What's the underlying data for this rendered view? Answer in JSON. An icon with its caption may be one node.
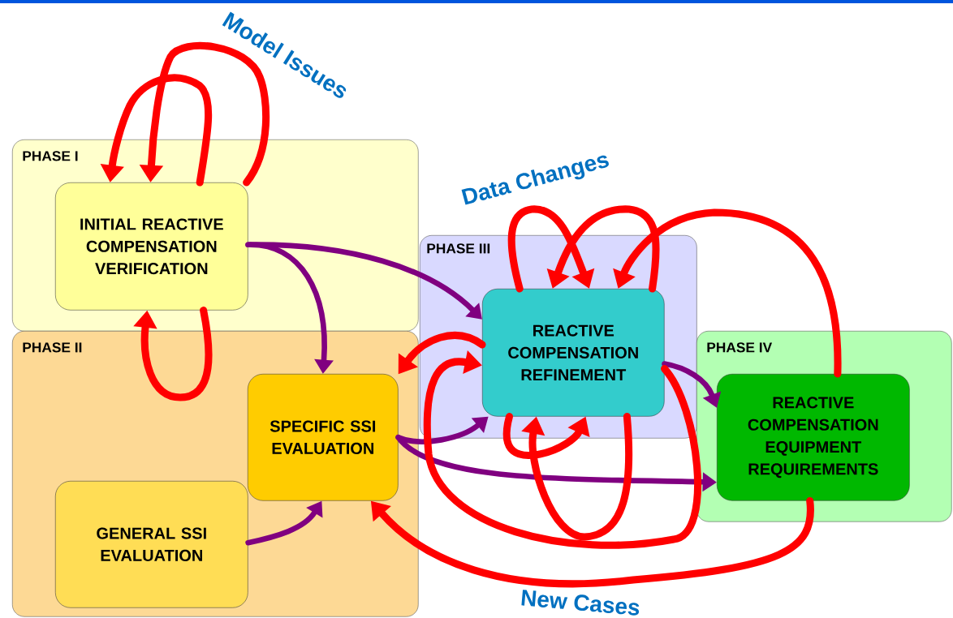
{
  "diagram": {
    "nodes": [
      {
        "text": [
          "PHASE I"
        ]
      },
      {
        "text": [
          "INITIAL REACTIVE COMPENSATION VERIFICATION"
        ],
        "in": 0
      },
      {
        "text": [
          "PHASE II"
        ]
      },
      {
        "text": [
          "SPECIFIC SSI EVALUATION"
        ],
        "in": 2
      },
      {
        "text": [
          "GENERAL SSI EVALUATION"
        ],
        "in": 2
      },
      {
        "text": [
          "PHASE III"
        ]
      },
      {
        "text": [
          "REACTIVE COMPENSATION REFINEMENT"
        ],
        "in": 5
      },
      {
        "text": [
          "PHASE IV"
        ]
      },
      {
        "text": [
          "REACTIVE COMPENSATION EQUIPMENT REQUIREMENTS"
        ],
        "in": 7
      }
    ],
    "edges": [
      {
        "from": 1,
        "to": 1,
        "arrow": "to",
        "label": "Model Issues"
      },
      {
        "from": 1,
        "to": 1,
        "arrow": "to"
      },
      {
        "from": 1,
        "to": 1,
        "arrow": "to"
      },
      {
        "from": 1,
        "to": 3,
        "arrow": "to",
        "color": "#800080"
      },
      {
        "from": 1,
        "to": 6,
        "arrow": "to",
        "color": "#800080"
      },
      {
        "from": 4,
        "to": 3,
        "arrow": "to",
        "color": "#800080"
      },
      {
        "from": 3,
        "to": 6,
        "arrow": "to",
        "color": "#800080"
      },
      {
        "from": 3,
        "to": 8,
        "arrow": "to",
        "color": "#800080"
      },
      {
        "from": 6,
        "to": 8,
        "arrow": "to",
        "color": "#800080"
      },
      {
        "from": 6,
        "to": 6,
        "arrow": "to",
        "label": "Data Changes"
      },
      {
        "from": 6,
        "to": 6,
        "arrow": "to"
      },
      {
        "from": 8,
        "to": 6,
        "arrow": "to"
      },
      {
        "from": 6,
        "to": 3,
        "arrow": "to"
      },
      {
        "from": 6,
        "to": 6,
        "arrow": "to"
      },
      {
        "from": 6,
        "to": 6,
        "arrow": "to"
      },
      {
        "from": 6,
        "to": 6,
        "arrow": "to"
      },
      {
        "from": 8,
        "to": 3,
        "arrow": "to",
        "label": "New Cases"
      }
    ]
  }
}
